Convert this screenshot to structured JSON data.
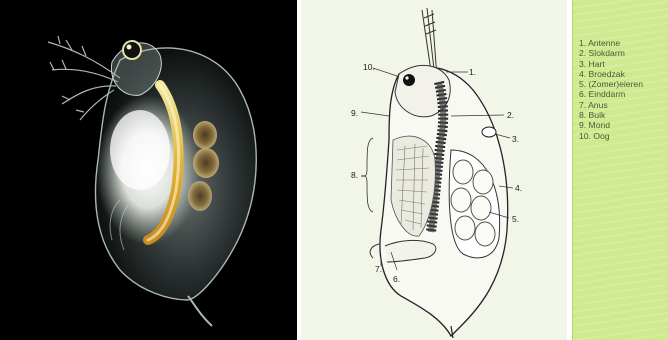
{
  "diagram": {
    "callouts": [
      "1.",
      "2.",
      "3.",
      "4.",
      "5.",
      "6.",
      "7.",
      "8.",
      "9.",
      "10."
    ],
    "legend": [
      "1. Antenne",
      "2. Slokdarm",
      "3. Hart",
      "4. Broedzak",
      "5. (Zomer)eieren",
      "6. Einddarm",
      "7. Anus",
      "8. Buik",
      "9. Mond",
      "10. Oog"
    ]
  },
  "colors": {
    "photo_background": "#000000",
    "drawing_background": "#f2f6e9",
    "legend_background": "#cfe98e",
    "legend_text": "#4b5a3a"
  }
}
